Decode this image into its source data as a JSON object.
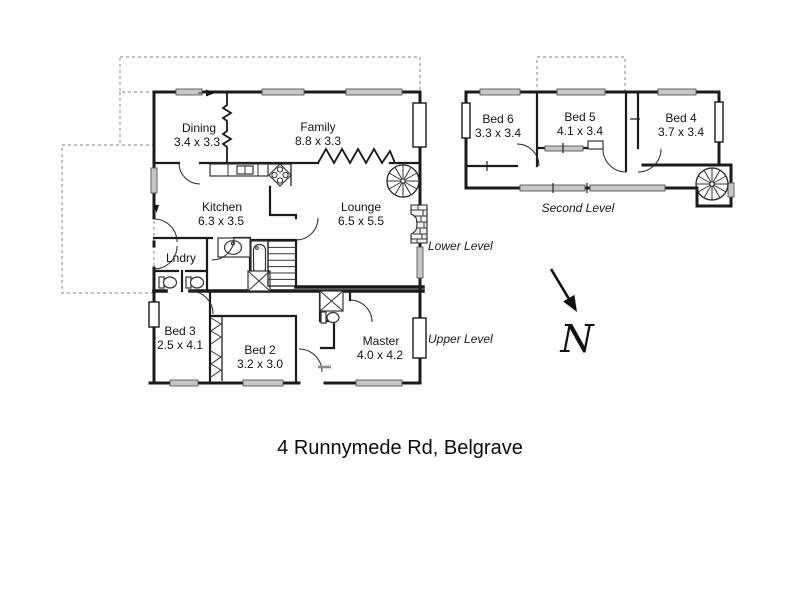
{
  "title": "4 Runnymede Rd, Belgrave",
  "compass": {
    "letter": "N"
  },
  "lower_upper_plan": {
    "rooms": {
      "dining": {
        "name": "Dining",
        "dims": "3.4 x 3.3"
      },
      "family": {
        "name": "Family",
        "dims": "8.8 x 3.3"
      },
      "kitchen": {
        "name": "Kitchen",
        "dims": "6.3 x 3.5"
      },
      "lounge": {
        "name": "Lounge",
        "dims": "6.5 x 5.5"
      },
      "laundry": {
        "name": "Lndry"
      },
      "bed3": {
        "name": "Bed 3",
        "dims": "2.5 x 4.1"
      },
      "bed2": {
        "name": "Bed 2",
        "dims": "3.2 x 3.0"
      },
      "master": {
        "name": "Master",
        "dims": "4.0 x 4.2"
      }
    },
    "level_labels": {
      "lower": "Lower Level",
      "upper": "Upper Level"
    }
  },
  "second_plan": {
    "rooms": {
      "bed6": {
        "name": "Bed 6",
        "dims": "3.3 x 3.4"
      },
      "bed5": {
        "name": "Bed 5",
        "dims": "4.1 x 3.4"
      },
      "bed4": {
        "name": "Bed 4",
        "dims": "3.7 x 3.4"
      }
    },
    "level_label": "Second Level"
  }
}
